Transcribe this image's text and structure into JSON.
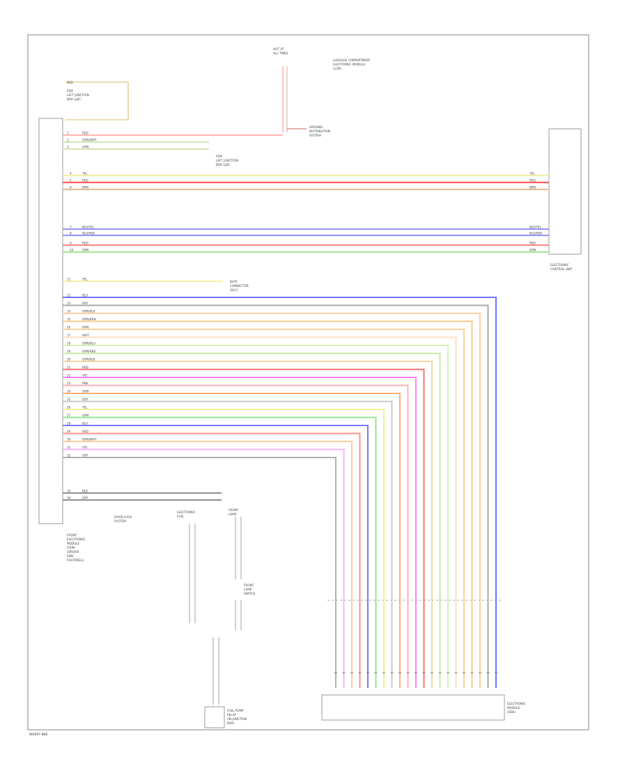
{
  "footer_code": "W0097-BKE",
  "components": {
    "left_module": [
      "FRONT",
      "ELECTRONIC",
      "MODULE",
      "(FEM)",
      "(DRIVER",
      "SIDE",
      "FOOTWELL)"
    ],
    "top_left_ref": [
      "FEM",
      "LEFT JUNCTION",
      "BOX (LJB)"
    ],
    "top_fuse": [
      "HOT AT",
      "ALL TIMES"
    ],
    "top_splice": [
      "LUGGAGE COMPARTMENT",
      "ELECTRONIC MODULE",
      "(LCM)"
    ],
    "ground": [
      "GROUND",
      "DISTRIBUTION",
      "SYSTEM"
    ],
    "mid_ref": [
      "FEM",
      "LEFT JUNCTION",
      "BOX (LJB)"
    ],
    "right_module": [
      "ELECTRONIC",
      "CONTROL UNIT"
    ],
    "connector_mid": [
      "DATA",
      "CONNECTOR",
      "(DLC)"
    ],
    "door_lock_left": [
      "DOOR LOCK",
      "SYSTEM"
    ],
    "lamp_left": [
      "ELECTRONIC",
      "FUEL"
    ],
    "lamp_mid": [
      "FRONT",
      "LAMP"
    ],
    "lamp_right": [
      "FRONT",
      "LAMP",
      "SWITCH"
    ],
    "bottom_left_box": [
      "FUEL PUMP",
      "RELAY",
      "(IN JUNCTION",
      "BOX)"
    ],
    "bottom_right_box": [
      "ELECTRONIC",
      "MODULE",
      "(DDE)"
    ]
  },
  "wires": [
    {
      "pin": "1",
      "color": "RED",
      "hex": "#ffb3b3"
    },
    {
      "pin": "2",
      "color": "GRN/WHT",
      "hex": "#cfe8b0"
    },
    {
      "pin": "3",
      "color": "GRN",
      "hex": "#d4e6b2"
    },
    {
      "pin": "4",
      "color": "YEL",
      "hex": "#f0f0a8"
    },
    {
      "pin": "5",
      "color": "RED",
      "hex": "#ff6060"
    },
    {
      "pin": "6",
      "color": "BRN",
      "hex": "#e0c090"
    },
    {
      "pin": "7",
      "color": "BLU/YEL",
      "hex": "#9a9af5"
    },
    {
      "pin": "8",
      "color": "BLU/RED",
      "hex": "#9a9af5"
    },
    {
      "pin": "9",
      "color": "RED",
      "hex": "#ff8a8a"
    },
    {
      "pin": "10",
      "color": "GRN",
      "hex": "#a8e898"
    },
    {
      "pin": "11",
      "color": "YEL",
      "hex": "#f0f0a0"
    },
    {
      "pin": "12",
      "color": "BLU",
      "hex": "#7070ff"
    },
    {
      "pin": "13",
      "color": "GRY",
      "hex": "#a8a8a8"
    },
    {
      "pin": "14",
      "color": "ORN/BLK",
      "hex": "#ffcfa0"
    },
    {
      "pin": "15",
      "color": "ORN/BRN",
      "hex": "#ffc88a"
    },
    {
      "pin": "16",
      "color": "ORN",
      "hex": "#ffd29a"
    },
    {
      "pin": "17",
      "color": "WHT",
      "hex": "#ffe0c0"
    },
    {
      "pin": "18",
      "color": "GRN/BLU",
      "hex": "#d8f0b8"
    },
    {
      "pin": "19",
      "color": "GRN/RED",
      "hex": "#c8e8a0"
    },
    {
      "pin": "20",
      "color": "GRN/BLK",
      "hex": "#f0d8a0"
    },
    {
      "pin": "21",
      "color": "RED",
      "hex": "#ff7070"
    },
    {
      "pin": "22",
      "color": "VIO",
      "hex": "#ff80ff"
    },
    {
      "pin": "23",
      "color": "PNK",
      "hex": "#ffb0b0"
    },
    {
      "pin": "24",
      "color": "ORN",
      "hex": "#ffb070"
    },
    {
      "pin": "25",
      "color": "GRY",
      "hex": "#c8c8c8"
    },
    {
      "pin": "26",
      "color": "YEL",
      "hex": "#f0f098"
    },
    {
      "pin": "27",
      "color": "GRN",
      "hex": "#90e890"
    },
    {
      "pin": "28",
      "color": "BLU",
      "hex": "#7878ff"
    },
    {
      "pin": "29",
      "color": "RED",
      "hex": "#ff9090"
    },
    {
      "pin": "30",
      "color": "ORN/WHT",
      "hex": "#ffcc99"
    },
    {
      "pin": "31",
      "color": "VIO",
      "hex": "#ffb0ff"
    },
    {
      "pin": "32",
      "color": "GRY",
      "hex": "#b0b0b0"
    },
    {
      "pin": "33",
      "color": "BLK",
      "hex": "#909090"
    },
    {
      "pin": "34",
      "color": "GRY",
      "hex": "#909090"
    }
  ]
}
